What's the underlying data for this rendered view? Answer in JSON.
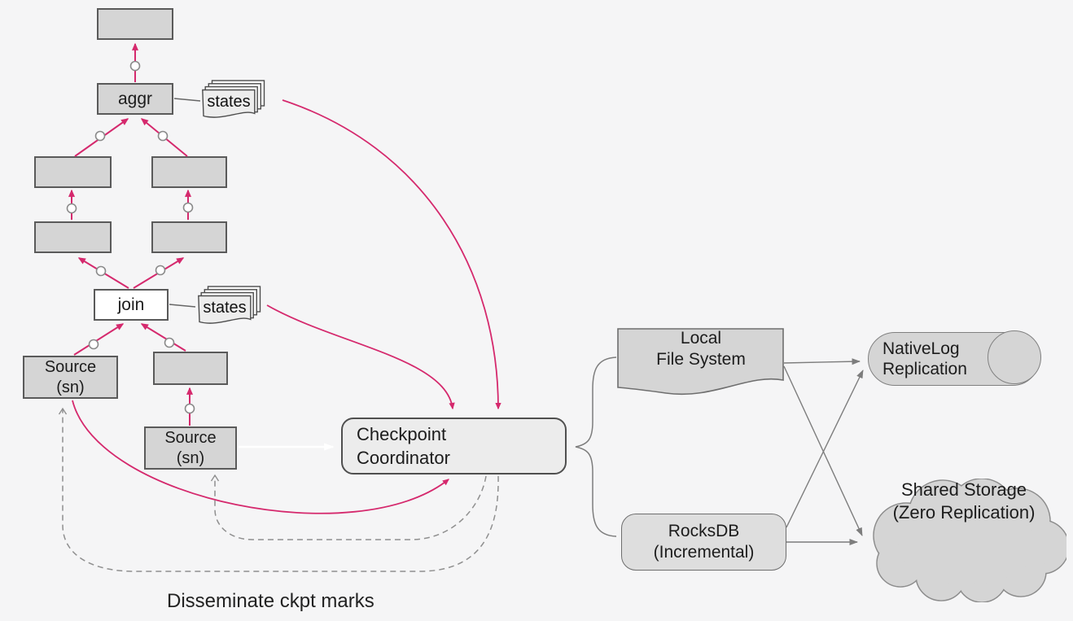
{
  "colors": {
    "background": "#f5f5f6",
    "node_fill": "#d5d5d5",
    "node_border": "#5a5a5a",
    "join_fill": "#ffffff",
    "coordinator_fill": "#ececec",
    "accent_pink": "#d5296d",
    "gray_line": "#7d7d7d",
    "dashed_gray": "#8f8f8f",
    "white_arrow": "#ffffff"
  },
  "graph": {
    "aggr": "aggr",
    "join": "join",
    "source_top": {
      "line1": "Source",
      "line2": "(sn)"
    },
    "source_bottom": {
      "line1": "Source",
      "line2": "(sn)"
    },
    "states_aggr": "states",
    "states_join": "states"
  },
  "coordinator": {
    "line1": "Checkpoint",
    "line2": "Coordinator"
  },
  "storage": {
    "local_fs": {
      "line1": "Local",
      "line2": "File System"
    },
    "rocksdb": {
      "line1": "RocksDB",
      "line2": "(Incremental)"
    },
    "nativelog": {
      "line1": "NativeLog",
      "line2": "Replication"
    },
    "shared_storage": {
      "line1": "Shared Storage",
      "line2": "(Zero Replication)"
    }
  },
  "caption": "Disseminate ckpt marks"
}
